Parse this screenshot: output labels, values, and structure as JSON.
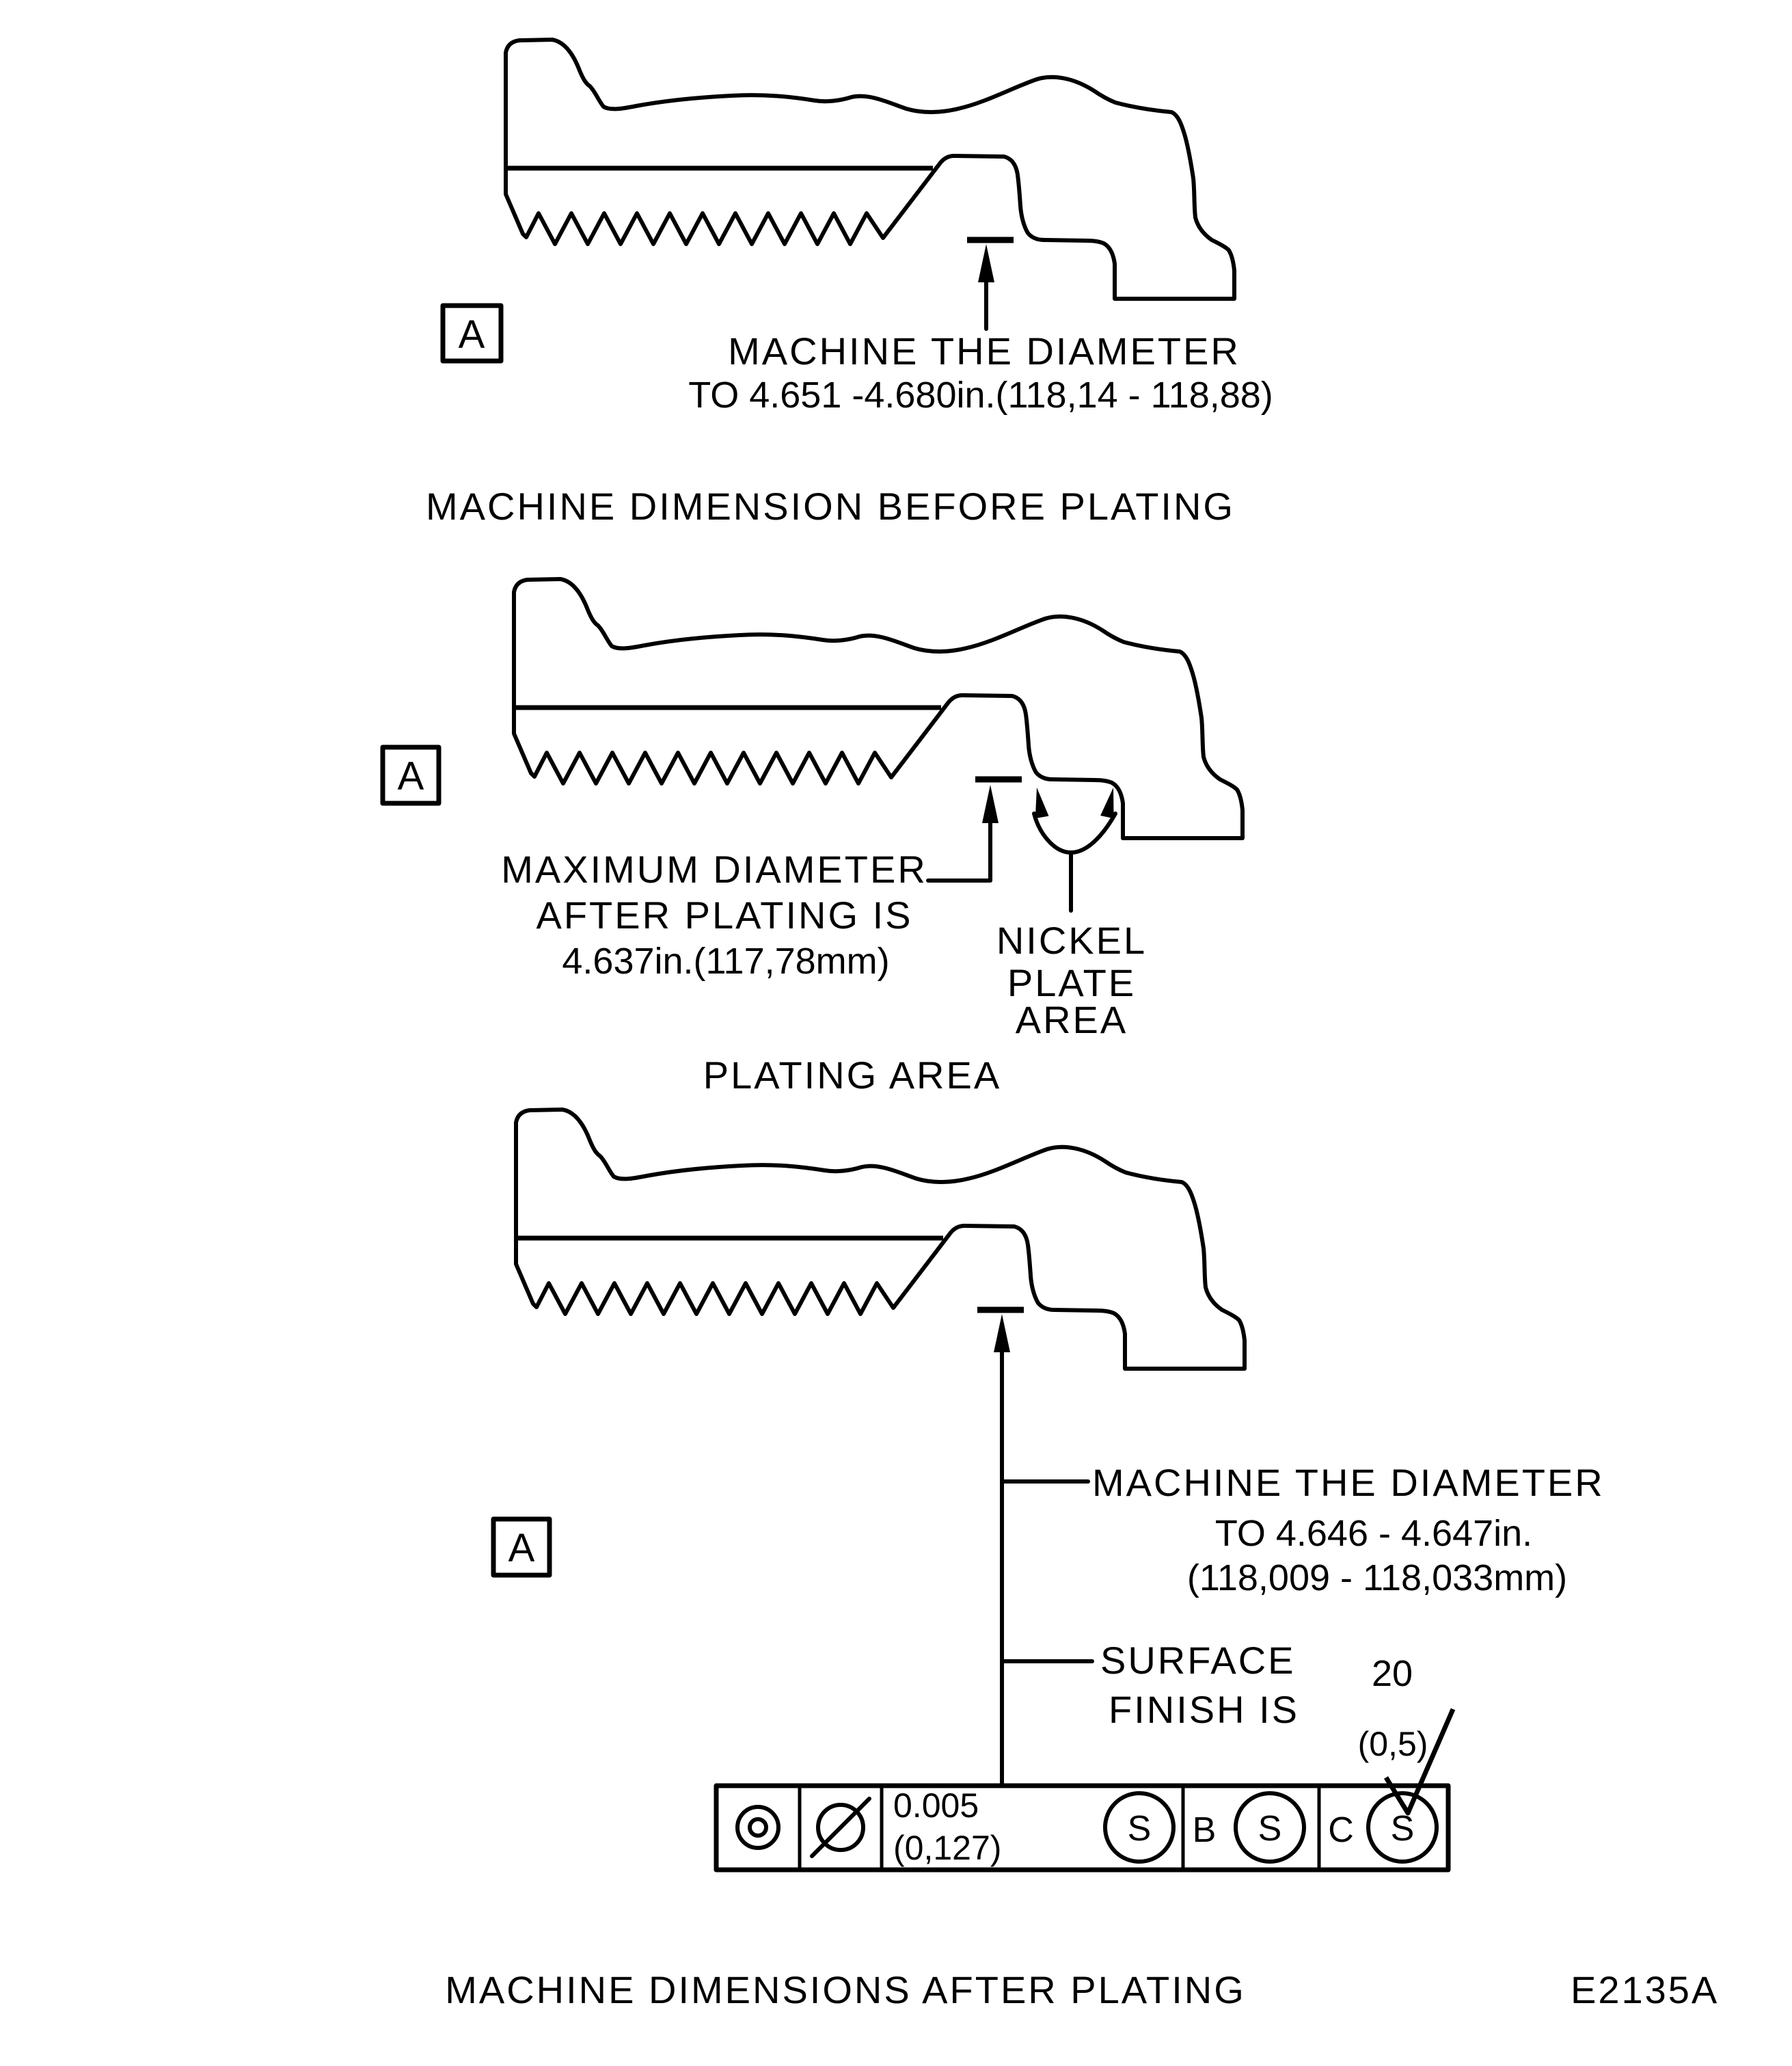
{
  "page": {
    "background": "#ffffff",
    "ink_color": "#000000"
  },
  "figure_code": "E2135A",
  "datum_label": "A",
  "before_plating": {
    "leader_text_line1": "MACHINE THE DIAMETER",
    "leader_text_line2": "TO 4.651 -4.680in.(118,14 - 118,88)",
    "caption": "MACHINE DIMENSION BEFORE PLATING"
  },
  "plating_area": {
    "max_diameter_line1": "MAXIMUM DIAMETER",
    "max_diameter_line2": "AFTER PLATING IS",
    "max_diameter_line3": "4.637in.(117,78mm)",
    "nickel_word1": "NICKEL",
    "nickel_word2": "PLATE",
    "nickel_word3": "AREA",
    "caption": "PLATING AREA"
  },
  "after_plating": {
    "leader_text_line1": "MACHINE THE DIAMETER",
    "leader_text_line2": "TO 4.646 - 4.647in.",
    "leader_text_line3": "(118,009 - 118,033mm)",
    "surface_line1": "SURFACE",
    "surface_line2": "FINISH IS",
    "surface_finish_value": "20",
    "surface_finish_metric": "(0,5)",
    "caption": "MACHINE DIMENSIONS AFTER PLATING"
  },
  "feature_control_frame": {
    "geometric_symbol": "concentricity",
    "zone_symbol": "diameter",
    "tolerance": "0.005",
    "tolerance_metric": "(0,127)",
    "modifier": "S",
    "datum_b": "B",
    "datum_b_modifier": "S",
    "datum_c": "C",
    "datum_c_modifier": "S"
  }
}
